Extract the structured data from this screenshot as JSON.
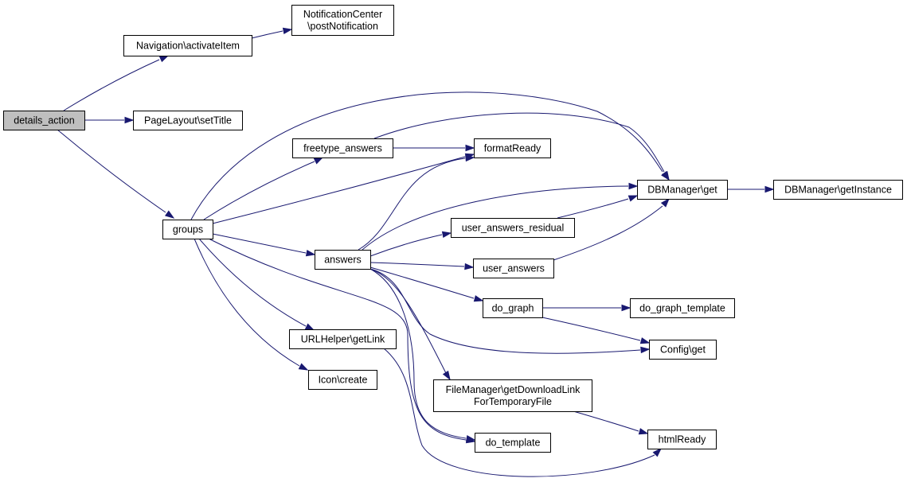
{
  "graph": {
    "root": "details_action",
    "nodes": [
      {
        "id": "details_action",
        "lines": [
          "details_action"
        ],
        "root": true
      },
      {
        "id": "nav_activate",
        "lines": [
          "Navigation\\activateItem"
        ]
      },
      {
        "id": "notif_post",
        "lines": [
          "NotificationCenter",
          "\\postNotification"
        ]
      },
      {
        "id": "page_settitle",
        "lines": [
          "PageLayout\\setTitle"
        ]
      },
      {
        "id": "groups",
        "lines": [
          "groups"
        ]
      },
      {
        "id": "freetype_answers",
        "lines": [
          "freetype_answers"
        ]
      },
      {
        "id": "formatready",
        "lines": [
          "formatReady"
        ]
      },
      {
        "id": "dbm_get",
        "lines": [
          "DBManager\\get"
        ]
      },
      {
        "id": "dbm_getinstance",
        "lines": [
          "DBManager\\getInstance"
        ]
      },
      {
        "id": "user_answers_residual",
        "lines": [
          "user_answers_residual"
        ]
      },
      {
        "id": "answers",
        "lines": [
          "answers"
        ]
      },
      {
        "id": "user_answers",
        "lines": [
          "user_answers"
        ]
      },
      {
        "id": "do_graph",
        "lines": [
          "do_graph"
        ]
      },
      {
        "id": "do_graph_template",
        "lines": [
          "do_graph_template"
        ]
      },
      {
        "id": "urlhelper_getlink",
        "lines": [
          "URLHelper\\getLink"
        ]
      },
      {
        "id": "config_get",
        "lines": [
          "Config\\get"
        ]
      },
      {
        "id": "icon_create",
        "lines": [
          "Icon\\create"
        ]
      },
      {
        "id": "fm_download",
        "lines": [
          "FileManager\\getDownloadLink",
          "ForTemporaryFile"
        ]
      },
      {
        "id": "htmlready",
        "lines": [
          "htmlReady"
        ]
      },
      {
        "id": "do_template",
        "lines": [
          "do_template"
        ]
      }
    ],
    "edges": [
      {
        "from": "details_action",
        "to": "nav_activate"
      },
      {
        "from": "nav_activate",
        "to": "notif_post"
      },
      {
        "from": "details_action",
        "to": "page_settitle"
      },
      {
        "from": "details_action",
        "to": "groups"
      },
      {
        "from": "groups",
        "to": "dbm_get"
      },
      {
        "from": "groups",
        "to": "freetype_answers"
      },
      {
        "from": "groups",
        "to": "formatready"
      },
      {
        "from": "groups",
        "to": "answers"
      },
      {
        "from": "groups",
        "to": "urlhelper_getlink"
      },
      {
        "from": "groups",
        "to": "icon_create"
      },
      {
        "from": "groups",
        "to": "do_template"
      },
      {
        "from": "freetype_answers",
        "to": "dbm_get"
      },
      {
        "from": "freetype_answers",
        "to": "formatready"
      },
      {
        "from": "dbm_get",
        "to": "dbm_getinstance"
      },
      {
        "from": "answers",
        "to": "formatready"
      },
      {
        "from": "answers",
        "to": "dbm_get"
      },
      {
        "from": "answers",
        "to": "user_answers_residual"
      },
      {
        "from": "answers",
        "to": "user_answers"
      },
      {
        "from": "answers",
        "to": "do_graph"
      },
      {
        "from": "answers",
        "to": "config_get"
      },
      {
        "from": "answers",
        "to": "fm_download"
      },
      {
        "from": "answers",
        "to": "do_template"
      },
      {
        "from": "user_answers_residual",
        "to": "dbm_get"
      },
      {
        "from": "user_answers",
        "to": "dbm_get"
      },
      {
        "from": "do_graph",
        "to": "do_graph_template"
      },
      {
        "from": "do_graph",
        "to": "config_get"
      },
      {
        "from": "urlhelper_getlink",
        "to": "htmlready"
      },
      {
        "from": "fm_download",
        "to": "htmlready"
      }
    ]
  }
}
